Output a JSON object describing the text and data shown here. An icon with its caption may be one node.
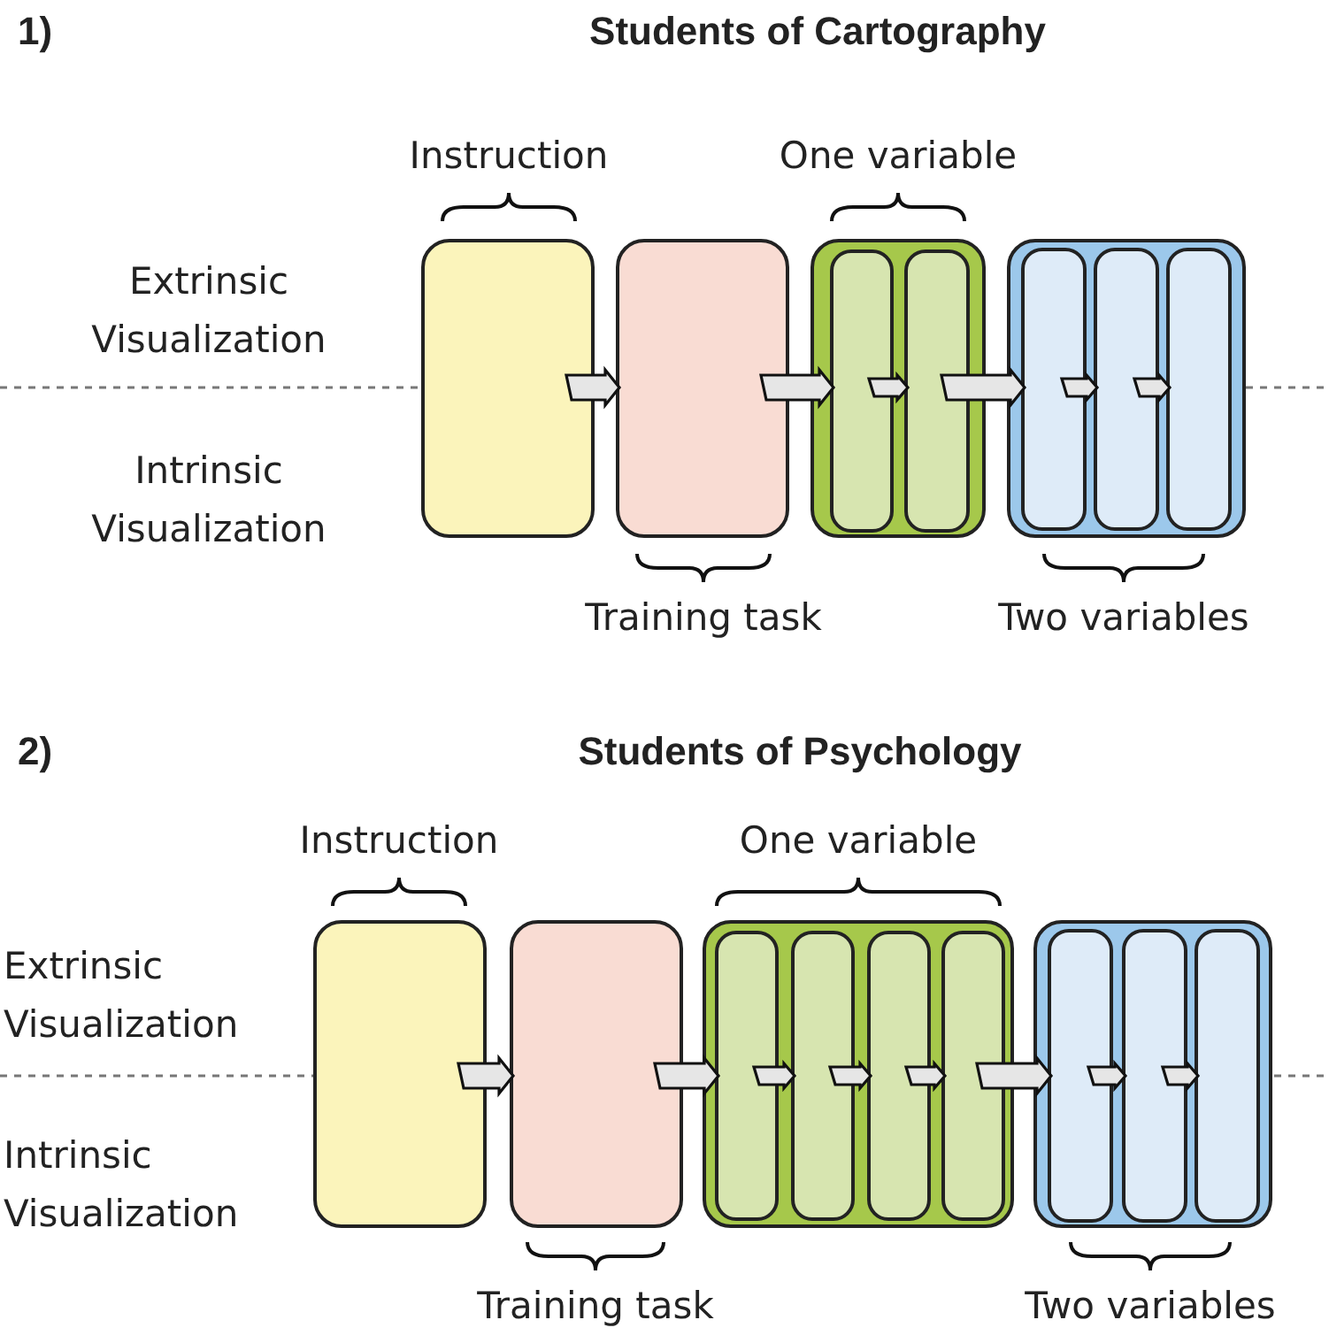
{
  "diagram": {
    "nodes": [
      {
        "text": [],
        "shape": "box",
        "beside": [
          "Instruction"
        ]
      },
      {
        "text": [],
        "shape": "box",
        "beside": [
          "Training task"
        ]
      },
      {
        "text": [],
        "shape": "box",
        "beside": [
          "One variable"
        ]
      },
      {
        "text": [],
        "shape": "box",
        "in": 2
      },
      {
        "text": [],
        "shape": "box",
        "in": 2
      },
      {
        "text": [],
        "shape": "box",
        "beside": [
          "Two variables"
        ]
      },
      {
        "text": [],
        "shape": "box",
        "in": 5
      },
      {
        "text": [],
        "shape": "box",
        "in": 5
      },
      {
        "text": [],
        "shape": "box",
        "in": 5
      },
      {
        "text": [],
        "shape": "box",
        "beside": [
          "Instruction"
        ]
      },
      {
        "text": [],
        "shape": "box",
        "beside": [
          "Training task"
        ]
      },
      {
        "text": [],
        "shape": "box",
        "beside": [
          "One variable"
        ]
      },
      {
        "text": [],
        "shape": "box",
        "in": 11
      },
      {
        "text": [],
        "shape": "box",
        "in": 11
      },
      {
        "text": [],
        "shape": "box",
        "in": 11
      },
      {
        "text": [],
        "shape": "box",
        "in": 11
      },
      {
        "text": [],
        "shape": "box",
        "beside": [
          "Two variables"
        ]
      },
      {
        "text": [],
        "shape": "box",
        "in": 16
      },
      {
        "text": [],
        "shape": "box",
        "in": 16
      },
      {
        "text": [],
        "shape": "box",
        "in": 16
      }
    ],
    "edges": [
      {
        "from": 0,
        "to": 1,
        "arrow": "to"
      },
      {
        "from": 1,
        "to": 3,
        "arrow": "to"
      },
      {
        "from": 3,
        "to": 4,
        "arrow": "to"
      },
      {
        "from": 4,
        "to": 6,
        "arrow": "to"
      },
      {
        "from": 6,
        "to": 7,
        "arrow": "to"
      },
      {
        "from": 7,
        "to": 8,
        "arrow": "to"
      },
      {
        "from": 9,
        "to": 10,
        "arrow": "to"
      },
      {
        "from": 10,
        "to": 12,
        "arrow": "to"
      },
      {
        "from": 12,
        "to": 13,
        "arrow": "to"
      },
      {
        "from": 13,
        "to": 14,
        "arrow": "to"
      },
      {
        "from": 14,
        "to": 15,
        "arrow": "to"
      },
      {
        "from": 15,
        "to": 17,
        "arrow": "to"
      },
      {
        "from": 17,
        "to": 18,
        "arrow": "to"
      },
      {
        "from": 18,
        "to": 19,
        "arrow": "to"
      }
    ],
    "labels": [
      "1)",
      "Students of Cartography",
      "Extrinsic Visualization",
      "Intrinsic Visualization",
      "2)",
      "Students of Psychology",
      "Extrinsic Visualization",
      "Intrinsic Visualization"
    ]
  }
}
